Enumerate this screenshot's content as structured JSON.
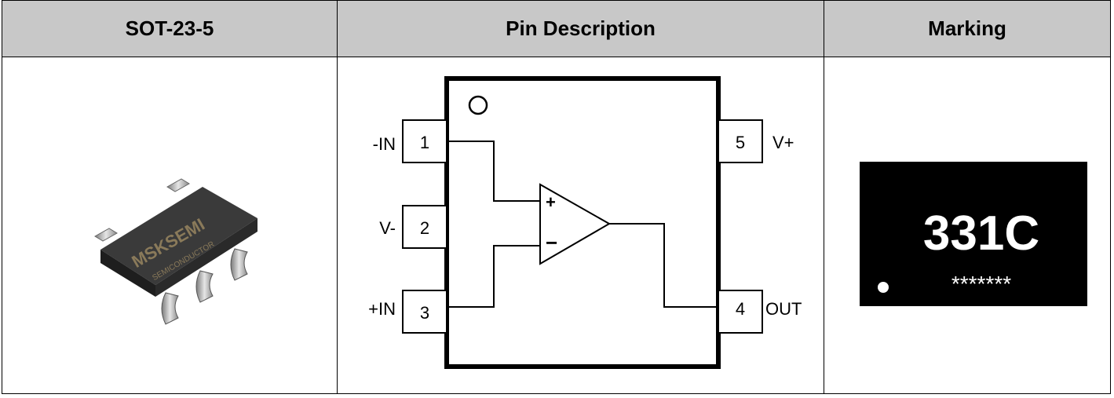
{
  "headers": {
    "package": "SOT-23-5",
    "pin_description": "Pin Description",
    "marking": "Marking"
  },
  "package_image": {
    "brand": "MSKSEMI",
    "sub": "SEMICONDUCTOR"
  },
  "pins": [
    {
      "number": "1",
      "name": "-IN"
    },
    {
      "number": "2",
      "name": "V-"
    },
    {
      "number": "3",
      "name": "+IN"
    },
    {
      "number": "4",
      "name": "OUT"
    },
    {
      "number": "5",
      "name": "V+"
    }
  ],
  "opamp": {
    "plus": "+",
    "minus": "−"
  },
  "marking": {
    "code": "331C",
    "stars": "*******"
  },
  "colors": {
    "header_bg": "#c8c8c8",
    "chip_body": "#2a2a2a",
    "marking_bg": "#000000"
  }
}
